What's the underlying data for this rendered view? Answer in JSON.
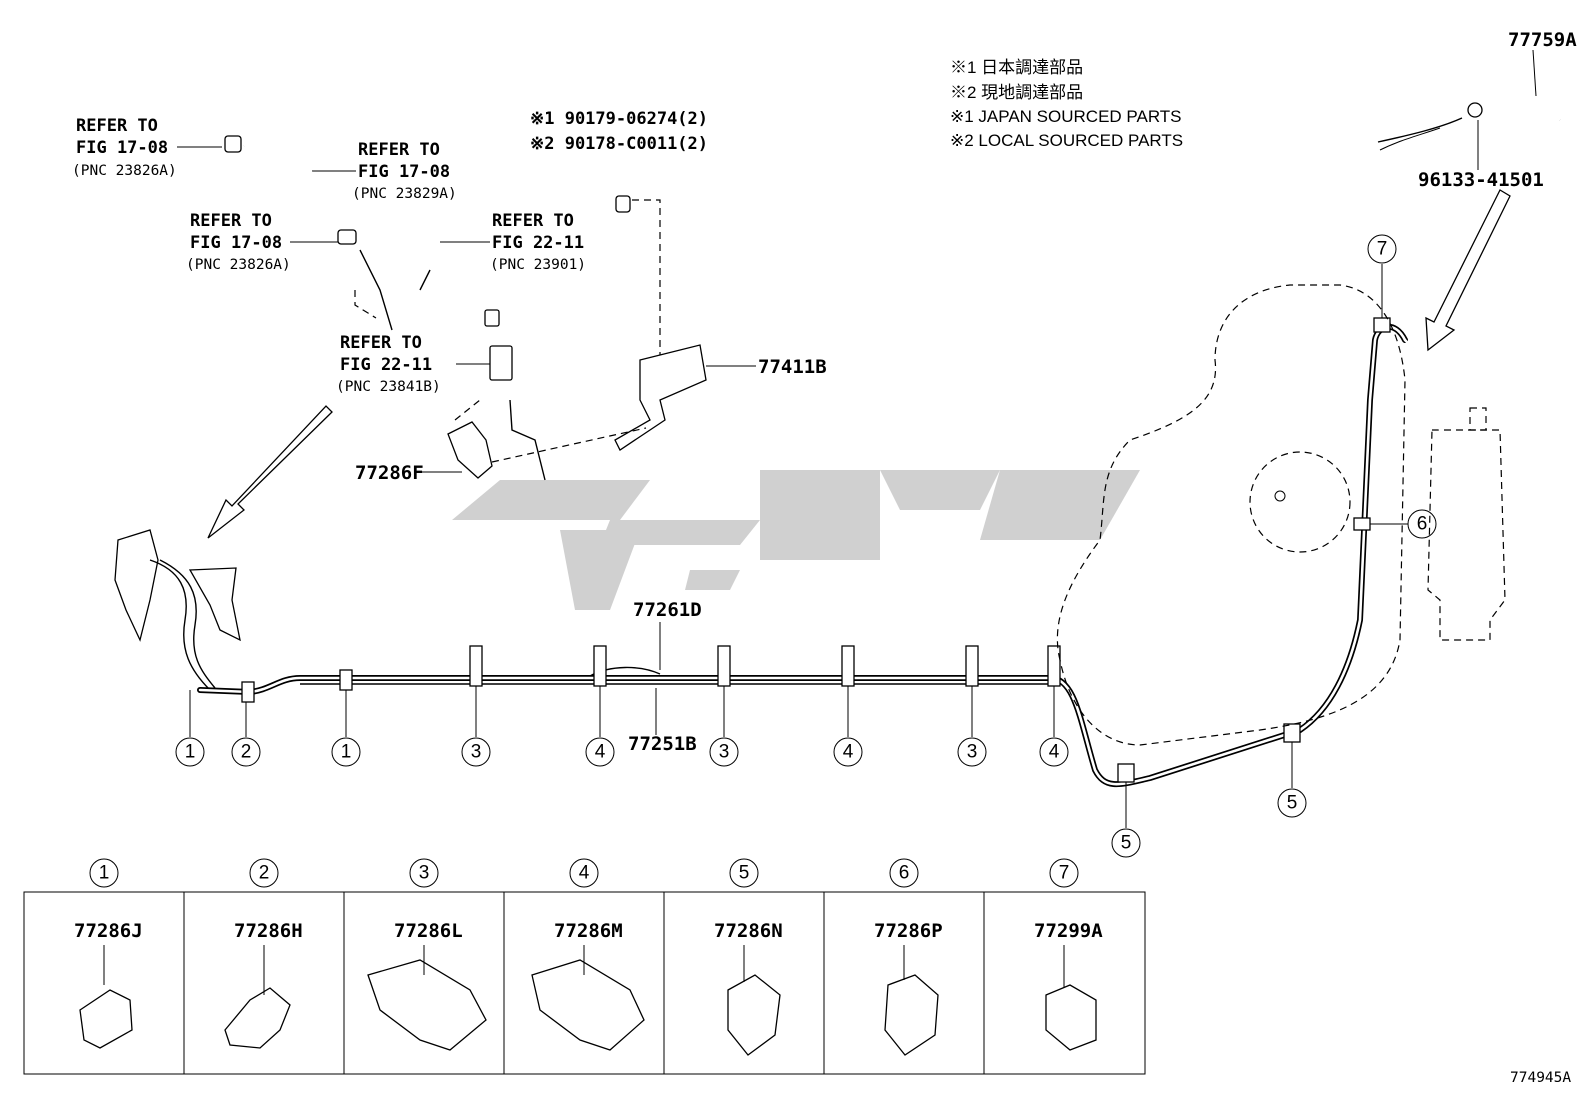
{
  "notes": [
    "※1 日本調達部品",
    "※2 現地調達部品",
    "※1 JAPAN SOURCED PARTS",
    "※2 LOCAL SOURCED PARTS"
  ],
  "bolt_notes": [
    "※1 90179-06274(2)",
    "※2 90178-C0011(2)"
  ],
  "refs": {
    "r1": [
      "REFER TO",
      "FIG 17-08",
      "(PNC 23826A)"
    ],
    "r2": [
      "REFER TO",
      "FIG 17-08",
      "(PNC 23829A)"
    ],
    "r3": [
      "REFER TO",
      "FIG 17-08",
      "(PNC 23826A)"
    ],
    "r4": [
      "REFER TO",
      "FIG 22-11",
      "(PNC 23901)"
    ],
    "r5": [
      "REFER TO",
      "FIG 22-11",
      "(PNC 23841B)"
    ]
  },
  "part_labels": {
    "p77759A": "77759A",
    "p96133": "96133-41501",
    "p77411B": "77411B",
    "p77286F": "77286F",
    "p77261D": "77261D",
    "p77251B": "77251B"
  },
  "clamp_markers": {
    "m1a": "1",
    "m2": "2",
    "m1b": "1",
    "m3a": "3",
    "m4a": "4",
    "m3b": "3",
    "m4b": "4",
    "m3c": "3",
    "m4c": "4",
    "m5a": "5",
    "m5b": "5",
    "m6": "6",
    "m7": "7"
  },
  "clip_table": [
    {
      "num": "1",
      "part": "77286J"
    },
    {
      "num": "2",
      "part": "77286H"
    },
    {
      "num": "3",
      "part": "77286L"
    },
    {
      "num": "4",
      "part": "77286M"
    },
    {
      "num": "5",
      "part": "77286N"
    },
    {
      "num": "6",
      "part": "77286P"
    },
    {
      "num": "7",
      "part": "77299A"
    }
  ],
  "figure_id": "774945A"
}
